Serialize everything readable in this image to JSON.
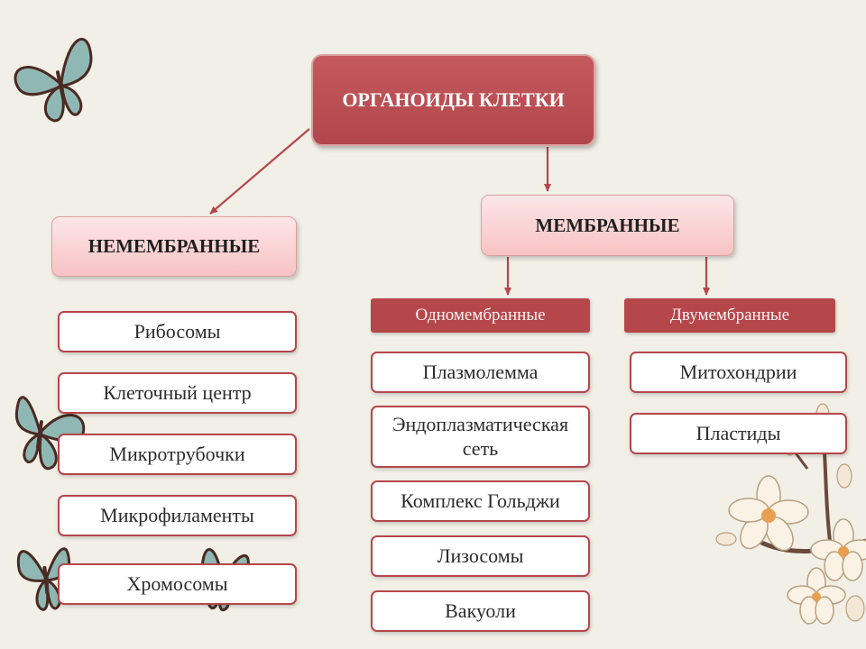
{
  "root": {
    "label": "ОРГАНОИДЫ КЛЕТКИ"
  },
  "non_membrane": {
    "label": "НЕМЕМБРАННЫЕ",
    "items": [
      "Рибосомы",
      "Клеточный центр",
      "Микротрубочки",
      "Микрофиламенты",
      "Хромосомы"
    ]
  },
  "membrane": {
    "label": "МЕМБРАННЫЕ",
    "single": {
      "label": "Одномембранные",
      "items": [
        "Плазмолемма",
        "Эндоплазматическая сеть",
        "Комплекс Гольджи",
        "Лизосомы",
        "Вакуоли"
      ]
    },
    "double": {
      "label": "Двумембранные",
      "items": [
        "Митохондрии",
        "Пластиды"
      ]
    }
  },
  "colors": {
    "background": "#f1efe6",
    "accent": "#b5474b",
    "category_fill": "#f9d3d3",
    "connector": "#b5474b"
  },
  "decorations": {
    "left_side": [
      "butterfly-icon",
      "butterfly-icon",
      "butterfly-icon",
      "butterfly-icon"
    ],
    "bottom_right": "flower-branch-icon"
  }
}
